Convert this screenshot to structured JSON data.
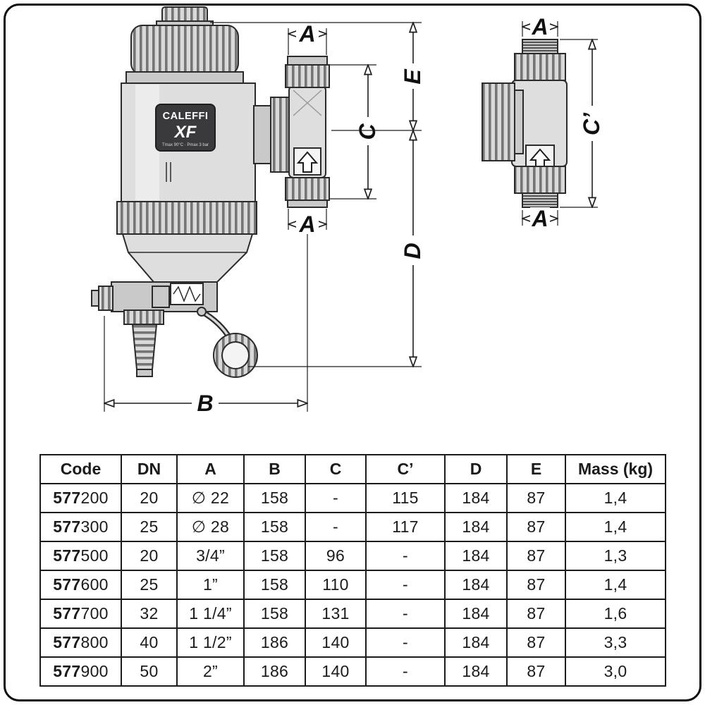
{
  "drawing": {
    "badge": {
      "brand": "CALEFFI",
      "model": "XF",
      "spec": "Tmax 90°C  ·  Pmax 3 bar"
    },
    "labels": {
      "a1": "A",
      "a2": "A",
      "a3": "A",
      "a4": "A",
      "b": "B",
      "c": "C",
      "c_prime": "C’",
      "d": "D",
      "e": "E"
    }
  },
  "table": {
    "headers": [
      "Code",
      "DN",
      "A",
      "B",
      "C",
      "C’",
      "D",
      "E",
      "Mass (kg)"
    ],
    "rows": [
      {
        "code": [
          "577",
          "200"
        ],
        "dn": "20",
        "a": "∅ 22",
        "b": "158",
        "c": "-",
        "c_prime": "115",
        "d": "184",
        "e": "87",
        "mass": "1,4"
      },
      {
        "code": [
          "577",
          "300"
        ],
        "dn": "25",
        "a": "∅ 28",
        "b": "158",
        "c": "-",
        "c_prime": "117",
        "d": "184",
        "e": "87",
        "mass": "1,4"
      },
      {
        "code": [
          "577",
          "500"
        ],
        "dn": "20",
        "a": "3/4”",
        "b": "158",
        "c": "96",
        "c_prime": "-",
        "d": "184",
        "e": "87",
        "mass": "1,3"
      },
      {
        "code": [
          "577",
          "600"
        ],
        "dn": "25",
        "a": "1”",
        "b": "158",
        "c": "110",
        "c_prime": "-",
        "d": "184",
        "e": "87",
        "mass": "1,4"
      },
      {
        "code": [
          "577",
          "700"
        ],
        "dn": "32",
        "a": "1 1/4”",
        "b": "158",
        "c": "131",
        "c_prime": "-",
        "d": "184",
        "e": "87",
        "mass": "1,6"
      },
      {
        "code": [
          "577",
          "800"
        ],
        "dn": "40",
        "a": "1 1/2”",
        "b": "186",
        "c": "140",
        "c_prime": "-",
        "d": "184",
        "e": "87",
        "mass": "3,3"
      },
      {
        "code": [
          "577",
          "900"
        ],
        "dn": "50",
        "a": "2”",
        "b": "186",
        "c": "140",
        "c_prime": "-",
        "d": "184",
        "e": "87",
        "mass": "3,0"
      }
    ]
  }
}
